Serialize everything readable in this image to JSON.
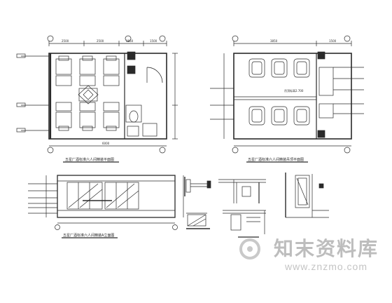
{
  "drawing": {
    "plan_title": "五星厂酒标准六人间精装平面图",
    "ceiling_title": "五星厂酒标准六人间精装吊顶平面图",
    "elevation_title": "五星厂酒标准六人间精装A立面图",
    "plan_dims": [
      "2500",
      "2500",
      "1850",
      "1500"
    ],
    "ceiling_dims": [
      "3850",
      "1500"
    ],
    "plan_room_label": "6000",
    "ceiling_note": "吊顶标高2.700"
  },
  "watermark": {
    "site_name": "知末资料库",
    "url": "www.znzmo.com"
  },
  "colors": {
    "line": "#2a2a2a",
    "accent": "#d02020",
    "watermark": "#bdbdbd"
  }
}
